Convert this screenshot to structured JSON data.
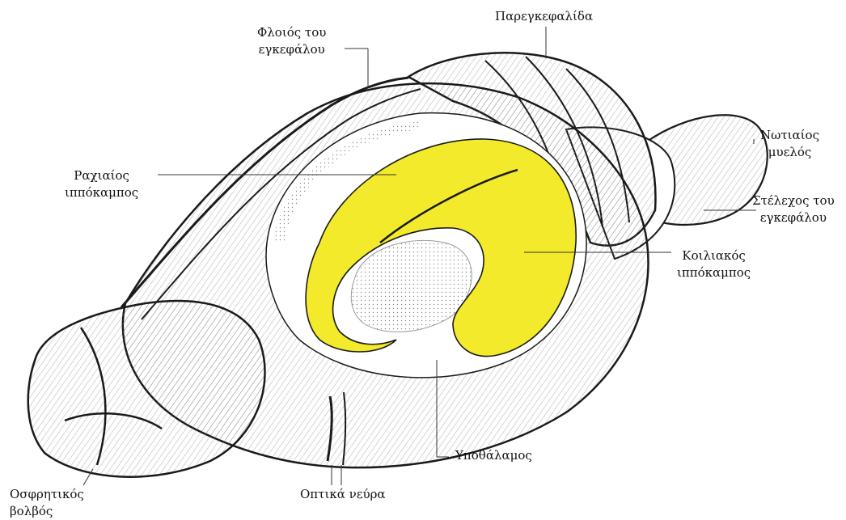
{
  "labels": {
    "cerebellum": "Παρεγκεφαλίδα",
    "cortex": [
      "Φλοιός του",
      "εγκεφάλου"
    ],
    "spinal_cord": [
      "Νωτιαίος",
      "μυελός"
    ],
    "dorsal_hippocampus": [
      "Ραχιαίος",
      "ιππόκαμπος"
    ],
    "brainstem": [
      "Στέλεχος του",
      "εγκεφάλου"
    ],
    "ventral_hippocampus": [
      "Κοιλιακός",
      "ιππόκαμπος"
    ],
    "hypothalamus": "Υποθάλαμος",
    "optic_nerves": "Οπτικά νεύρα",
    "olfactory_bulb": [
      "Οσφρητικός",
      "βολβός"
    ]
  },
  "colors": {
    "hippocampus": "#f2ea2a",
    "outline": "#1a1a1a",
    "leader_line": "#333333"
  }
}
